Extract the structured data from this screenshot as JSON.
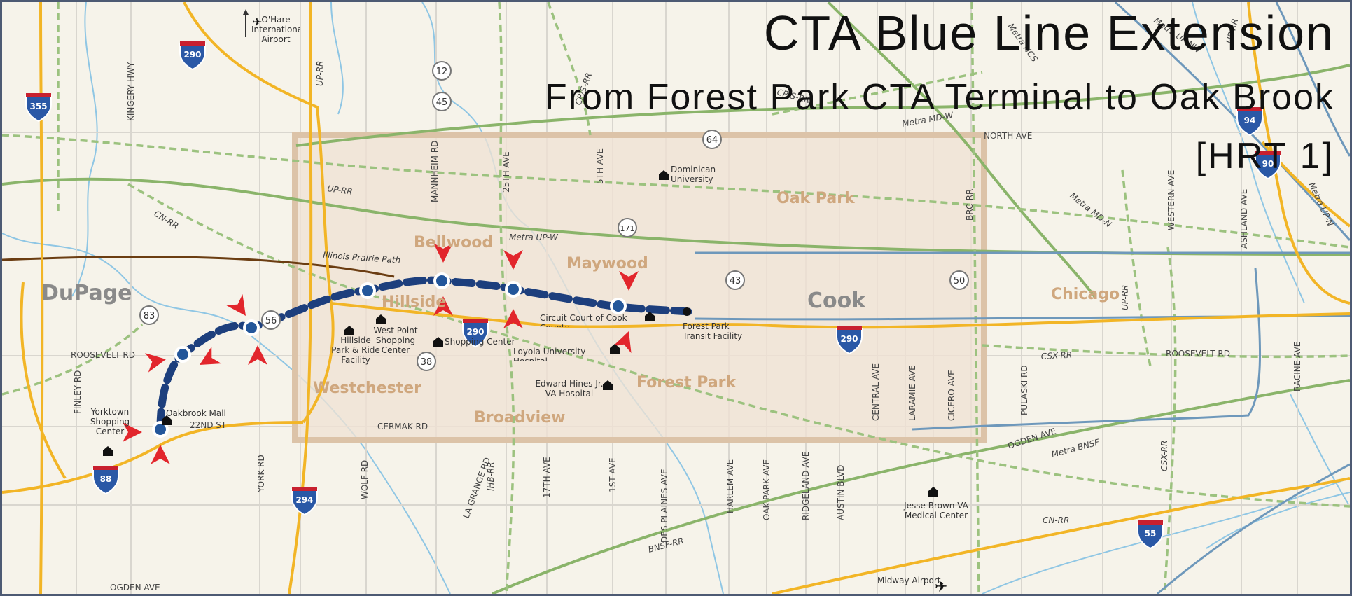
{
  "title": "CTA Blue Line Extension",
  "subtitle": "From Forest Park CTA Terminal to Oak Brook",
  "project_code": "[HRT 1]",
  "colors": {
    "background": "#f6f3ea",
    "study_area": "#efe2d3",
    "study_area_border": "#dcc3a8",
    "expressway": "#f2b526",
    "metra_rail": "#8ab46a",
    "freight_rail": "#9cc27f",
    "cta_line": "#6e98bb",
    "proposed_route": "#1d3f7d",
    "station_fill": "#23569a",
    "arrow": "#e2262c",
    "trail": "#6b3d12",
    "water": "#8fc6e4",
    "county_label": "#8a8a8a",
    "town_label": "#cfa77e"
  },
  "counties": [
    "DuPage",
    "Cook"
  ],
  "towns": [
    "Oak Park",
    "Bellwood",
    "Maywood",
    "Hillside",
    "Westchester",
    "Forest Park",
    "Broadview",
    "Chicago"
  ],
  "highways": [
    "355",
    "290",
    "294",
    "88",
    "94",
    "55",
    "90"
  ],
  "state_routes": [
    "12",
    "45",
    "64",
    "171",
    "43",
    "50",
    "83",
    "56",
    "38"
  ],
  "streets": [
    "KINGERY HWY",
    "FINLEY RD",
    "YORK RD",
    "WOLF RD",
    "MANNHEIM RD",
    "LA GRANGE RD",
    "25TH AVE",
    "17TH AVE",
    "5TH AVE",
    "1ST AVE",
    "DES PLAINES AVE",
    "HARLEM AVE",
    "OAK PARK AVE",
    "RIDGELAND AVE",
    "AUSTIN BLVD",
    "CENTRAL AVE",
    "LARAMIE AVE",
    "CICERO AVE",
    "PULASKI RD",
    "WESTERN AVE",
    "ASHLAND AVE",
    "RACINE AVE",
    "ROOSEVELT RD",
    "ROOSEVELT RD",
    "CERMAK RD",
    "22ND ST",
    "OGDEN AVE",
    "OGDEN AVE",
    "NORTH AVE",
    "BRC-RR"
  ],
  "rails": [
    "UP-RR",
    "UP-RR",
    "CN-RR",
    "IHB-RR",
    "Metra UP-W",
    "Metra MD-W",
    "Metra MD-N",
    "Metra UP-N",
    "Metra BNSF",
    "CSX-RR",
    "CSX-RR",
    "BNSF-RR",
    "CN-RR",
    "UP-RR",
    "CP/S-RR",
    "Metra NCS",
    "Metra UP-NW",
    "CP/S-RR",
    "UP-RR"
  ],
  "trail": "Illinois Prairie Path",
  "airports": {
    "ohare": "O'Hare International Airport",
    "midway": "Midway Airport"
  },
  "landmarks": [
    "Dominican University",
    "Hillside Park & Ride Facility",
    "West Point Shopping Center",
    "Shopping Center",
    "Circuit Court of Cook County",
    "Forest Park Transit Facility",
    "Loyola University Hospital",
    "Edward Hines Jr. VA Hospital",
    "Yorktown Shopping Center",
    "Oakbrook Mall",
    "Jesse Brown VA Medical Center"
  ]
}
